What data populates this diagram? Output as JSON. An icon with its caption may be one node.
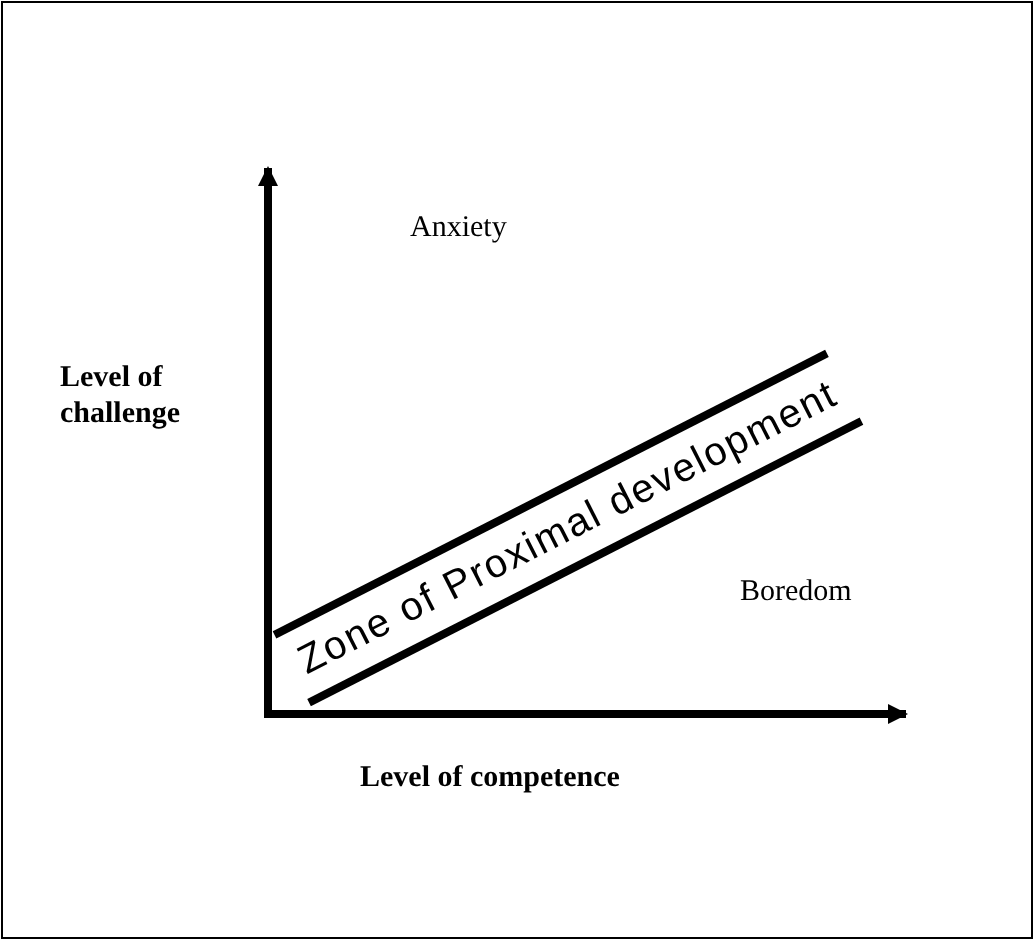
{
  "diagram": {
    "nodes": [
      {
        "text": [
          "Zone of Proximal development"
        ]
      }
    ],
    "labels": [
      "Anxiety",
      "Level of challenge",
      "Boredom",
      "Level of competence"
    ]
  }
}
